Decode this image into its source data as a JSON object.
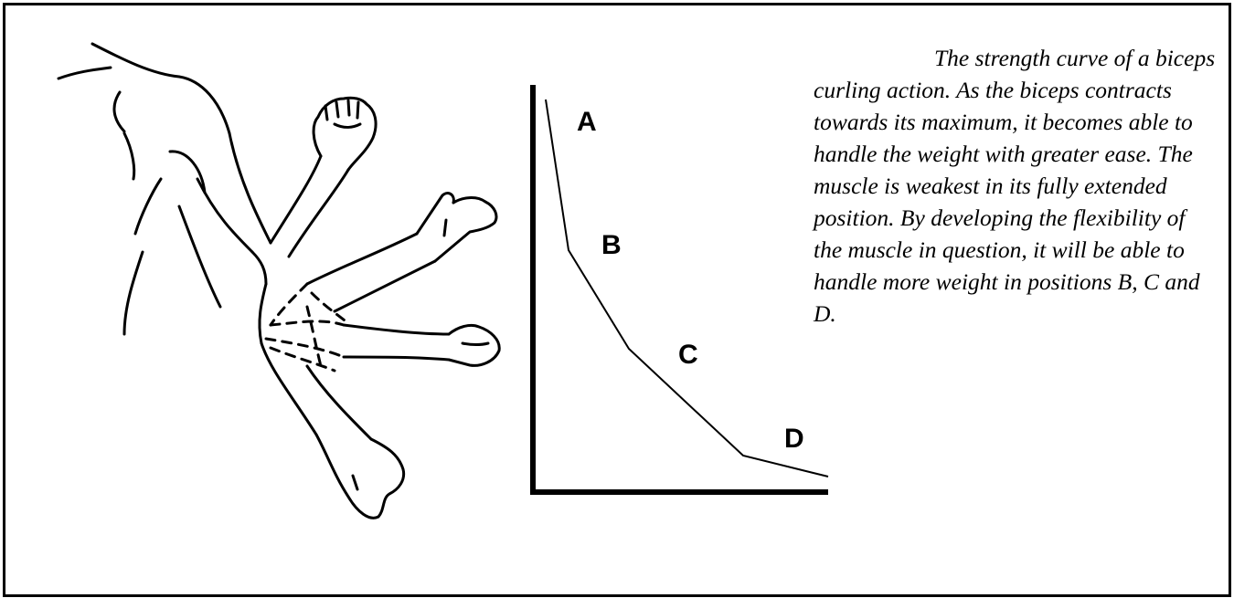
{
  "caption": {
    "text": "The strength curve of a biceps curling action. As the biceps contracts towards its maximum, it becomes able to handle the weight with greater ease. The muscle is weakest in its fully extended position. By developing the flexibility of the muscle in question, it will be able to handle more weight in positions B, C and D."
  },
  "graph": {
    "points": [
      {
        "label": "A"
      },
      {
        "label": "B"
      },
      {
        "label": "C"
      },
      {
        "label": "D"
      }
    ]
  },
  "colors": {
    "ink": "#000000",
    "background": "#ffffff"
  }
}
